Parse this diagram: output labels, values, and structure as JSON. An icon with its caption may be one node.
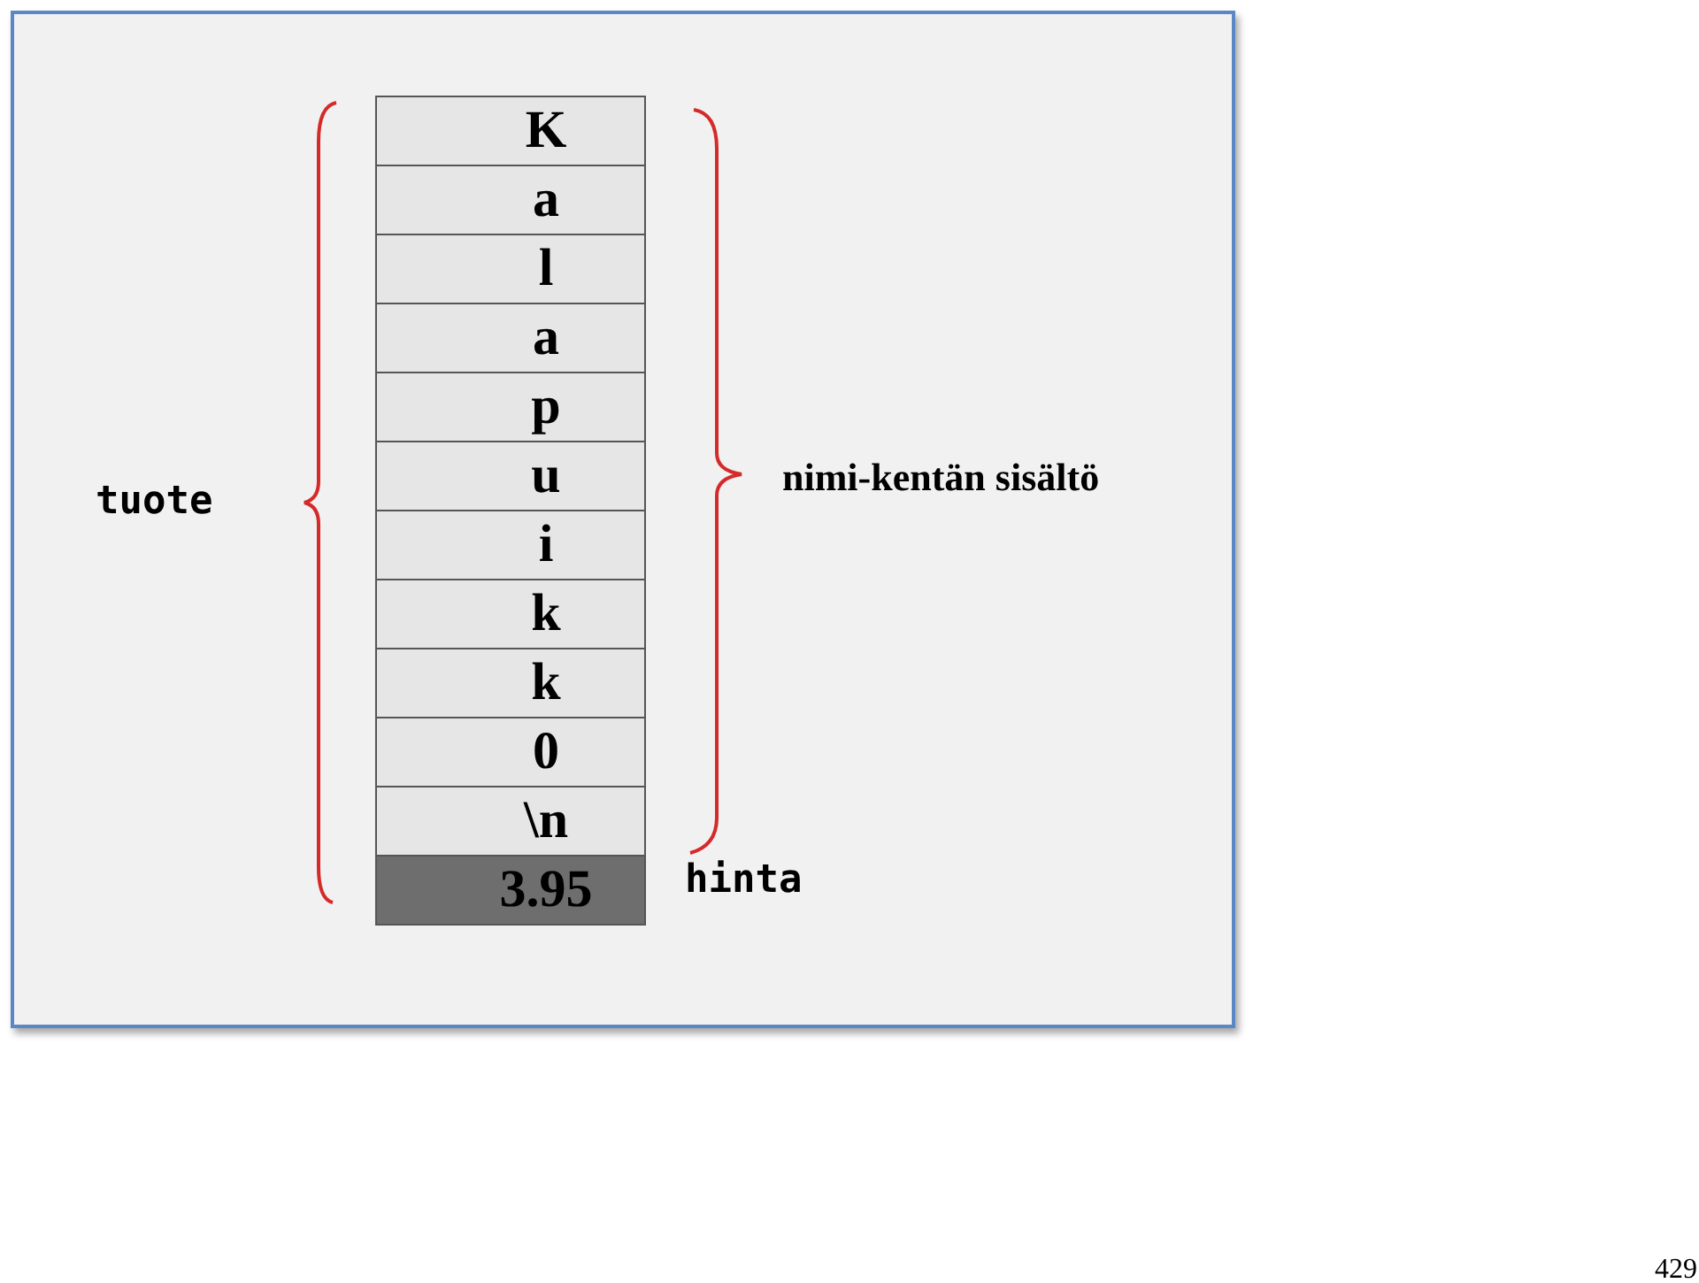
{
  "diagram": {
    "nodes": [
      {
        "text": [
          "K"
        ]
      },
      {
        "text": [
          "a"
        ]
      },
      {
        "text": [
          "l"
        ]
      },
      {
        "text": [
          "a"
        ]
      },
      {
        "text": [
          "p"
        ]
      },
      {
        "text": [
          "u"
        ]
      },
      {
        "text": [
          "i"
        ]
      },
      {
        "text": [
          "k"
        ]
      },
      {
        "text": [
          "k"
        ]
      },
      {
        "text": [
          "0"
        ]
      },
      {
        "text": [
          "\\n"
        ]
      },
      {
        "text": [
          "3.95"
        ]
      }
    ],
    "labels": [
      "tuote",
      "nimi-kentän sisältö",
      "hinta",
      "429"
    ]
  }
}
